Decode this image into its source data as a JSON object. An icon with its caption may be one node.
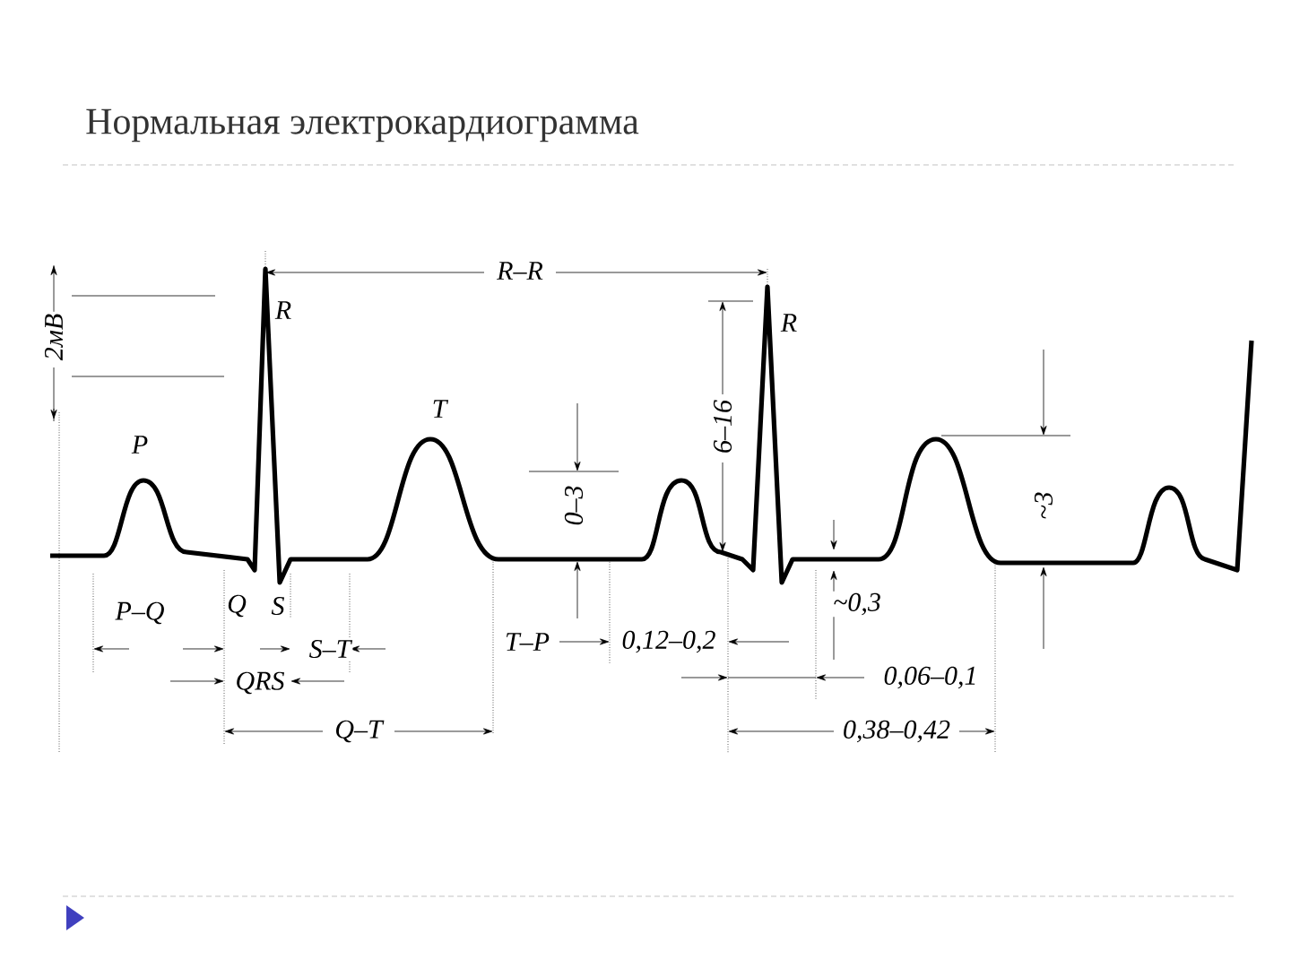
{
  "diagram": {
    "title": "Нормальная электрокардиограмма",
    "labels": [
      "R–R",
      "2мВ",
      "R",
      "R",
      "6–16",
      "T",
      "P",
      "0–3",
      "~3",
      "P–Q",
      "Q",
      "S",
      "~0,3",
      "S–T",
      "T–P",
      "0,12–0,2",
      "QRS",
      "0,06–0,1",
      "Q–T",
      "0,38–0,42"
    ]
  }
}
